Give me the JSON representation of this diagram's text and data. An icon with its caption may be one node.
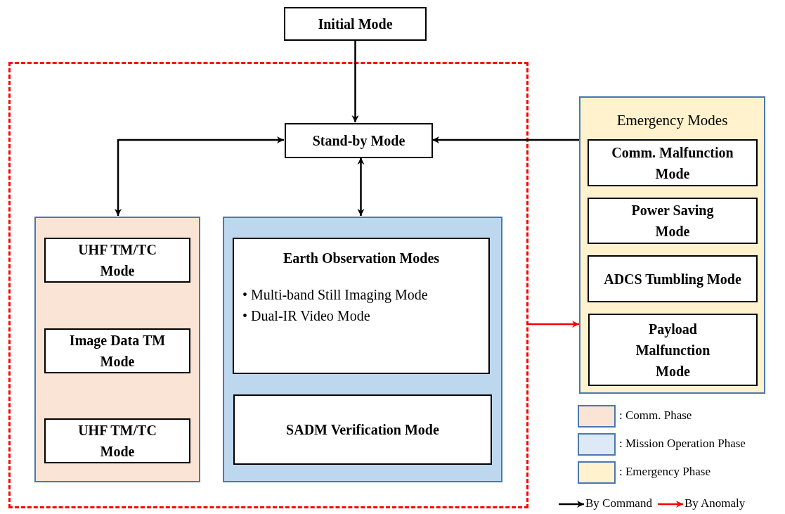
{
  "diagram": {
    "nodes": [
      {
        "text": [
          "Initial Mode"
        ]
      },
      {
        "text": [],
        "shape": "box"
      },
      {
        "text": [
          "Stand-by Mode"
        ],
        "in": 1
      },
      {
        "text": [],
        "shape": "box",
        "in": 1
      },
      {
        "text": [
          "UHF TM/TC Mode"
        ],
        "in": 3
      },
      {
        "text": [
          "Image Data TM Mode"
        ],
        "in": 3
      },
      {
        "text": [
          "UHF TM/TC Mode"
        ],
        "in": 3
      },
      {
        "text": [],
        "shape": "box",
        "in": 1
      },
      {
        "text": [
          "Earth Observation Modes",
          "• Multi-band Still Imaging Mode",
          "• Dual-IR Video Mode"
        ],
        "in": 7
      },
      {
        "text": [
          "SADM Verification Mode"
        ],
        "in": 7
      },
      {
        "text": [
          "Emergency Modes"
        ]
      },
      {
        "text": [
          "Comm. Malfunction Mode"
        ],
        "in": 10
      },
      {
        "text": [
          "Power Saving Mode"
        ],
        "in": 10
      },
      {
        "text": [
          "ADCS Tumbling Mode"
        ],
        "in": 10
      },
      {
        "text": [
          "Payload Malfunction Mode"
        ],
        "in": 10
      }
    ],
    "edges": [
      {
        "from": 0,
        "to": 2,
        "arrow": "to"
      },
      {
        "from": 2,
        "to": 3,
        "arrow": "both"
      },
      {
        "from": 2,
        "to": 7,
        "arrow": "both"
      },
      {
        "from": 10,
        "to": 2,
        "arrow": "to"
      },
      {
        "from": 1,
        "to": 10,
        "arrow": "to",
        "color": "#ff0000"
      }
    ],
    "legend": [
      {
        "text": ": Comm. Phase",
        "color": "#f9e4d6"
      },
      {
        "text": ": Mission Operation Phase",
        "color": "#dde9f5"
      },
      {
        "text": ": Emergency Phase",
        "color": "#fff2cc"
      },
      {
        "text": "By Command"
      },
      {
        "text": "By Anomaly"
      }
    ]
  }
}
